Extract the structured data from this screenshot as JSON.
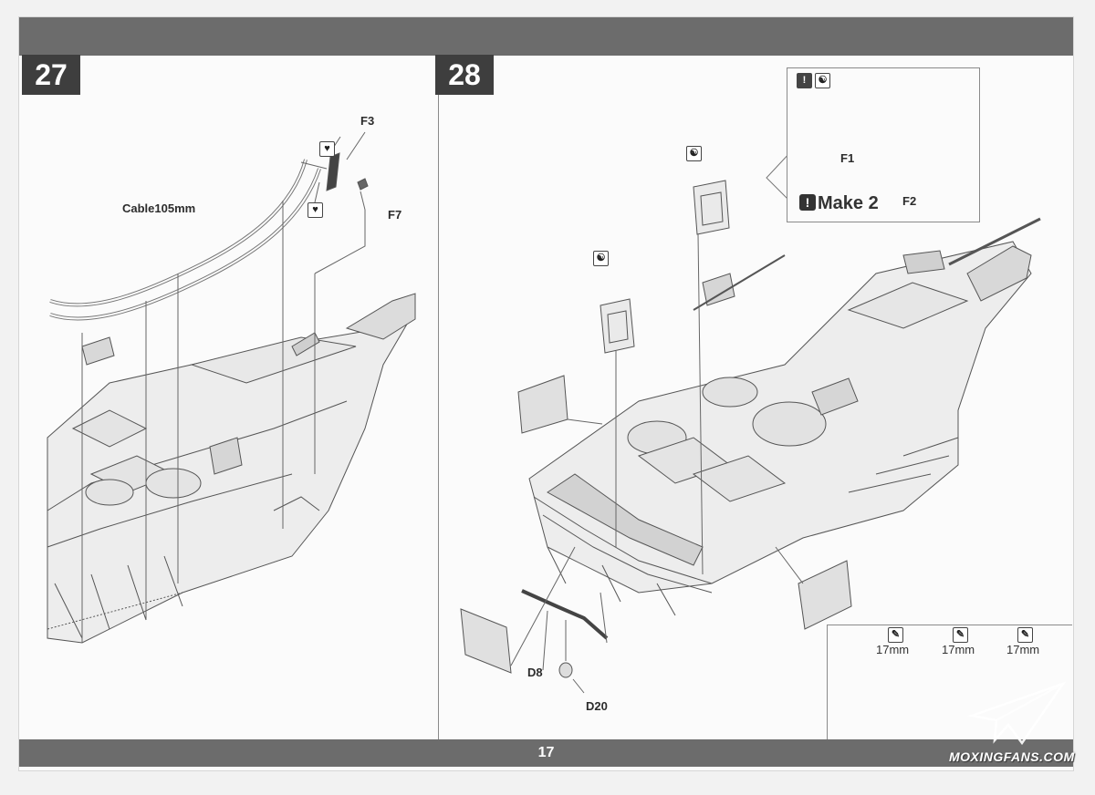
{
  "page_number": "17",
  "steps": [
    {
      "number": "27",
      "labels": {
        "cable": "Cable105mm",
        "f3": "F3",
        "f7": "F7"
      },
      "icons": [
        "glue-icon",
        "glue-icon"
      ]
    },
    {
      "number": "28",
      "labels": {
        "d8": "D8",
        "d20": "D20"
      },
      "inset": {
        "f1": "F1",
        "f2": "F2",
        "make": "Make 2",
        "excl": "!"
      },
      "icons": [
        "attention-icon",
        "symmetry-icon",
        "symmetry-icon",
        "symmetry-icon"
      ],
      "measurements": {
        "icons": [
          "cut-icon",
          "cut-icon",
          "cut-icon"
        ],
        "values": [
          "17mm",
          "17mm",
          "17mm"
        ]
      }
    }
  ],
  "watermark": "MOXINGFANS.COM"
}
